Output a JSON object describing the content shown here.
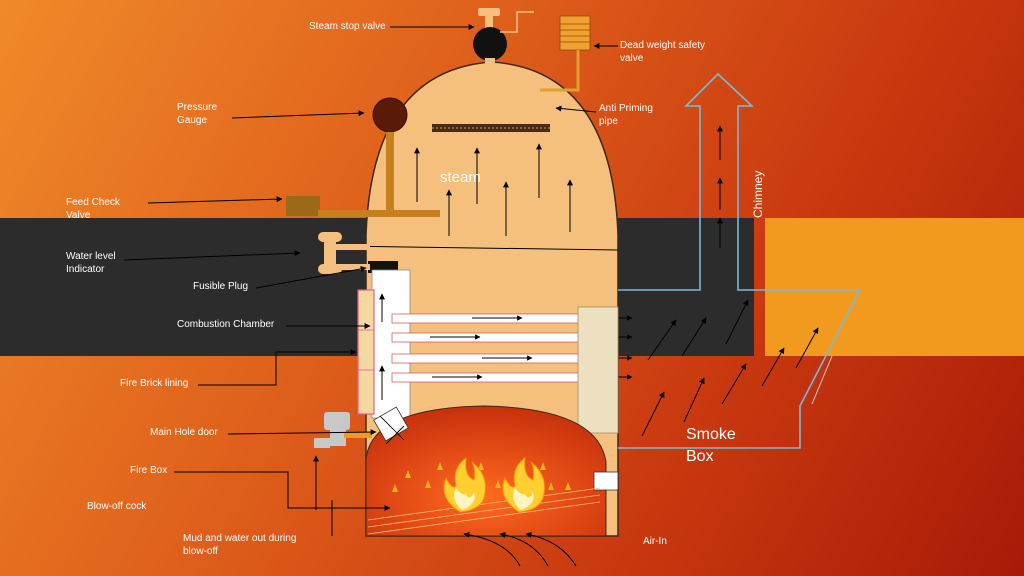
{
  "labels": {
    "steam_stop_valve": "Steam stop valve",
    "dead_weight_safety_valve_1": "Dead weight safety",
    "dead_weight_safety_valve_2": "valve",
    "pressure_gauge_1": "Pressure",
    "pressure_gauge_2": "Gauge",
    "anti_priming_pipe_1": "Anti Priming",
    "anti_priming_pipe_2": "pipe",
    "feed_check_valve_1": "Feed Check",
    "feed_check_valve_2": "Valve",
    "water_level_indicator_1": "Water level",
    "water_level_indicator_2": "Indicator",
    "fusible_plug": "Fusible Plug",
    "combustion_chamber": "Combustion Chamber",
    "fire_brick_lining": "Fire Brick lining",
    "main_hole_door": "Main Hole door",
    "fire_box": "Fire Box",
    "blow_off_cock": "Blow-off cock",
    "mud_water_1": "Mud and water out during",
    "mud_water_2": "blow-off",
    "air_in": "Air-In",
    "steam": "steam",
    "chimney": "Chimney",
    "smoke_box_1": "Smoke",
    "smoke_box_2": "Box"
  },
  "colors": {
    "boiler_body": "#f5c07e",
    "boiler_outline": "#3a2a1a",
    "band": "#2c2c2c",
    "right_block": "#f29a1e",
    "firebox": "#e0501c",
    "flame": "#ffb020",
    "chimney_line": "#7ab8d8",
    "fittings": "#c8801e",
    "gauge": "#5a1a08",
    "brick": "#e890b0",
    "smoke_panel": "#ede0c0"
  }
}
